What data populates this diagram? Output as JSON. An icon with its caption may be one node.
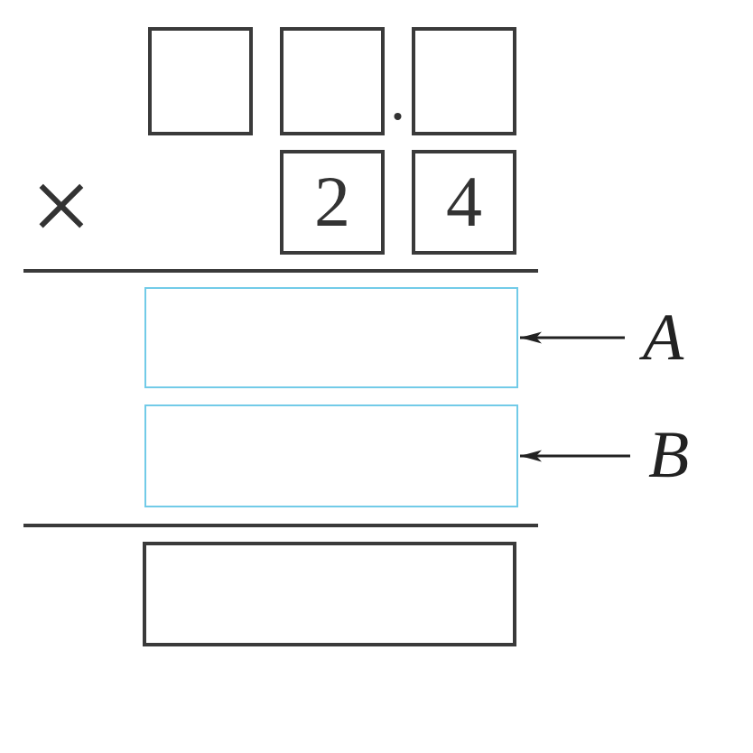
{
  "diagram": {
    "nodes": [
      {
        "text": [],
        "shape": "box"
      },
      {
        "text": [],
        "shape": "box"
      },
      {
        "text": [],
        "shape": "box"
      },
      {
        "text": [
          "2"
        ]
      },
      {
        "text": [
          "4"
        ]
      },
      {
        "text": [],
        "shape": "box"
      },
      {
        "text": [
          "A"
        ]
      },
      {
        "text": [],
        "shape": "box"
      },
      {
        "text": [
          "B"
        ]
      },
      {
        "text": [],
        "shape": "box"
      }
    ],
    "edges": [
      {
        "from": 6,
        "to": 5,
        "arrow": "to"
      },
      {
        "from": 8,
        "to": 7,
        "arrow": "to"
      }
    ],
    "labels": [
      ".",
      "×"
    ]
  }
}
